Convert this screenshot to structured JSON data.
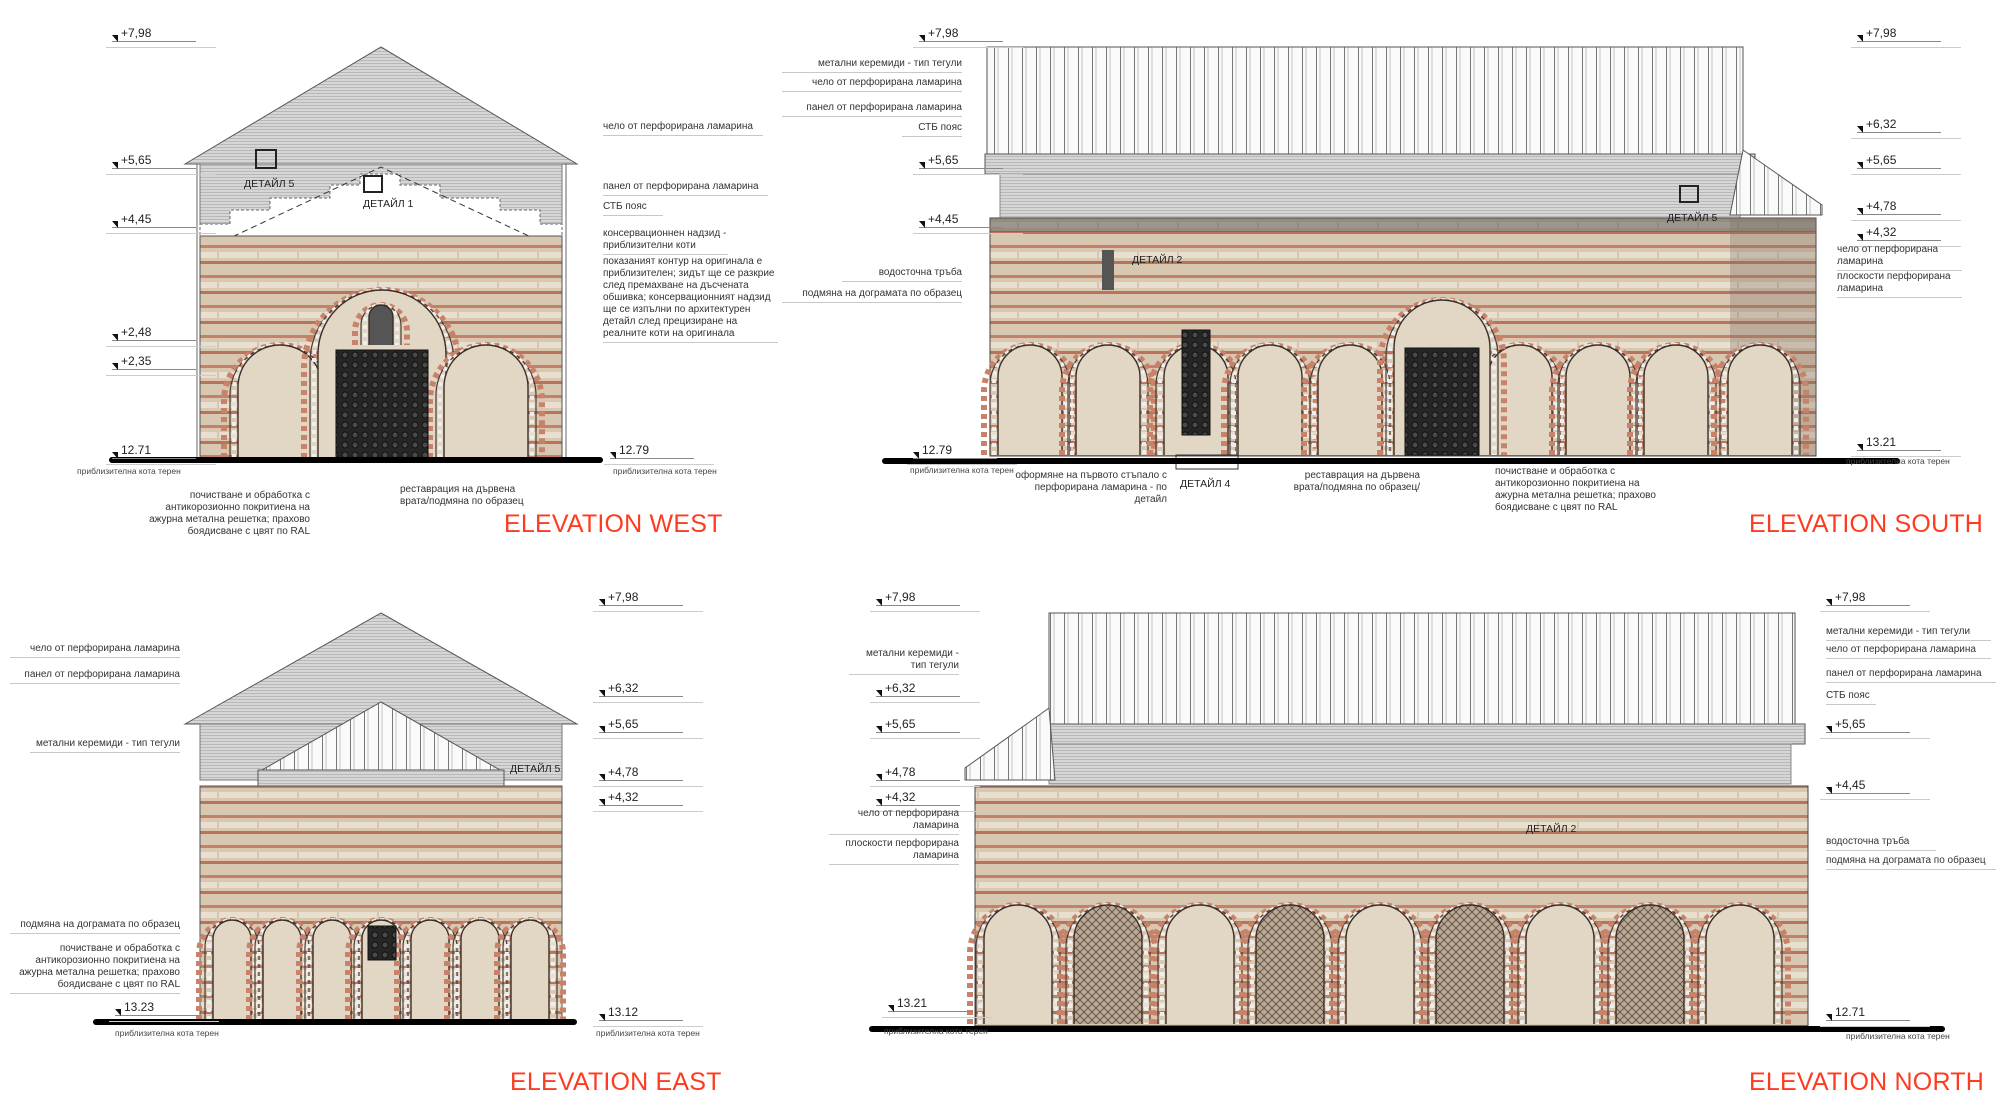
{
  "colors": {
    "title": "#ff3b1f",
    "masonry": "#d8c6ae",
    "brick": "#c07f66",
    "roof": "#d4d4d4"
  },
  "ground_label": "приблизителна кота терен",
  "west": {
    "title": "ELEVATION WEST",
    "levels": [
      "+7,98",
      "+5,65",
      "+4,45",
      "+2,48",
      "+2,35",
      "12.71",
      "12.79"
    ],
    "notes": [
      "чело от перфорирана ламарина",
      "панел от перфорирана ламарина",
      "СТБ пояс",
      "консервационнен надзид - приблизителни коти",
      "показаният контур на оригинала е приблизителен; зидът ще се разкрие след премахване на дъсчената обшивка; консервационният надзид ще се изпълни по архитектурен детайл след прецизиране на реалните коти на оригинала"
    ],
    "bottom_notes": [
      "почистване и обработка  с антикорозионно покритиена на ажурна метална решетка; прахово боядисване с цвят по RAL",
      "реставрация на дървена врата/подмяна по образец"
    ],
    "details": [
      "ДЕТАЙЛ 5",
      "ДЕТАЙЛ 1"
    ]
  },
  "south": {
    "title": "ELEVATION SOUTH",
    "levels_left": [
      "+7,98",
      "+5,65",
      "+4,45",
      "12.79"
    ],
    "levels_right": [
      "+7,98",
      "+6,32",
      "+5,65",
      "+4,78",
      "+4,32",
      "13.21"
    ],
    "notes_left": [
      "метални керемиди - тип тегули",
      "чело от перфорирана ламарина",
      "панел от перфорирана ламарина",
      "СТБ пояс",
      "водосточна тръба",
      "подмяна на дограмата по образец"
    ],
    "notes_right": [
      "чело от перфорирана ламарина",
      "плоскости перфорирана ламарина"
    ],
    "bottom_notes": [
      "оформяне на първото стъпало с перфорирана ламарина - по детайл",
      "реставрация на дървена врата/подмяна по образец/",
      "почистване и обработка  с антикорозионно покритиена на ажурна метална решетка; прахово боядисване с цвят по RAL"
    ],
    "details": [
      "ДЕТАЙЛ 2",
      "ДЕТАЙЛ 5",
      "ДЕТАЙЛ 4"
    ]
  },
  "east": {
    "title": "ELEVATION EAST",
    "levels_right": [
      "+7,98",
      "+6,32",
      "+5,65",
      "+4,78",
      "+4,32",
      "13.12"
    ],
    "levels_left": [
      "13.23"
    ],
    "notes": [
      "чело от перфорирана ламарина",
      "панел от перфорирана ламарина",
      "метални керемиди - тип тегули",
      "подмяна на дограмата по образец",
      "почистване и обработка  с антикорозионно покритиена на ажурна метална решетка; прахово боядисване с цвят по RAL"
    ],
    "details": [
      "ДЕТАЙЛ 5"
    ]
  },
  "north": {
    "title": "ELEVATION NORTH",
    "levels_left": [
      "+7,98",
      "+6,32",
      "+5,65",
      "+4,78",
      "+4,32",
      "13.21"
    ],
    "levels_right": [
      "+7,98",
      "+5,65",
      "+4,45",
      "12.71"
    ],
    "notes_left": [
      "метални керемиди - тип тегули",
      "чело от перфорирана ламарина",
      "плоскости перфорирана ламарина"
    ],
    "notes_right": [
      "метални керемиди - тип тегули",
      "чело от перфорирана ламарина",
      "панел от перфорирана ламарина",
      "СТБ пояс",
      "водосточна тръба",
      "подмяна на дограмата по образец"
    ],
    "details": [
      "ДЕТАЙЛ 2"
    ]
  }
}
